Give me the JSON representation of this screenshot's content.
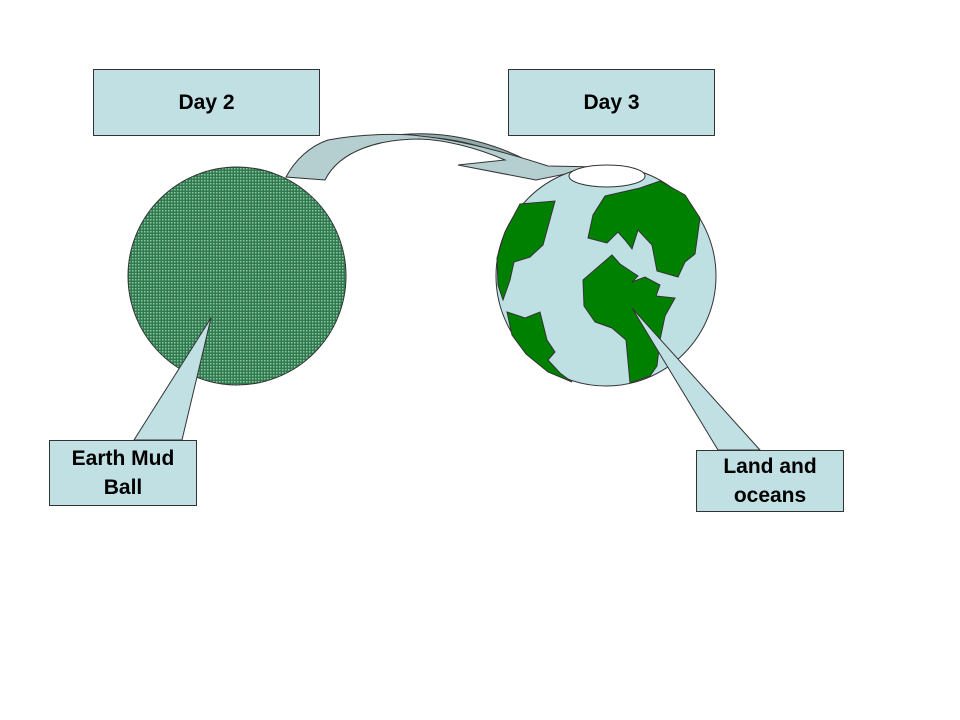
{
  "slide": {
    "day2_label": "Day 2",
    "day3_label": "Day 3",
    "mud_ball_callout": "Earth Mud Ball",
    "land_oceans_callout": "Land and oceans"
  },
  "colors": {
    "box_fill": "#c0e0e4",
    "mud_ball": "#2f7a4e",
    "ocean": "#bfe0e3",
    "land": "#008000",
    "arrow_fill": "#b5cfd1",
    "arrow_shadow": "#93aaac"
  }
}
